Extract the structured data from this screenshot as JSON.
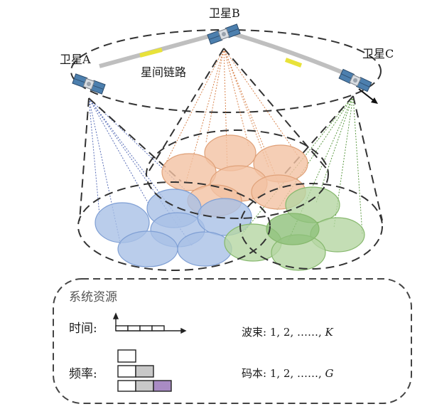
{
  "satellites": {
    "a_label": "卫星A",
    "b_label": "卫星B",
    "c_label": "卫星C",
    "link_label": "星间链路"
  },
  "system": {
    "title": "系统资源",
    "time_label": "时间:",
    "freq_label": "频率:",
    "beam_prefix": "波束: 1, 2, ……, ",
    "beam_var": "K",
    "code_prefix": "码本: 1, 2, ……, ",
    "code_var": "G"
  },
  "colors": {
    "beam_blue": "#a9c1e6",
    "beam_orange": "#f3c2a3",
    "beam_green": "#b5d6a3",
    "beam_green_dark": "#8fc07a",
    "gray_block": "#c8c8c8",
    "purple_block": "#a98bc4",
    "link_yellow": "#e8e23a"
  }
}
